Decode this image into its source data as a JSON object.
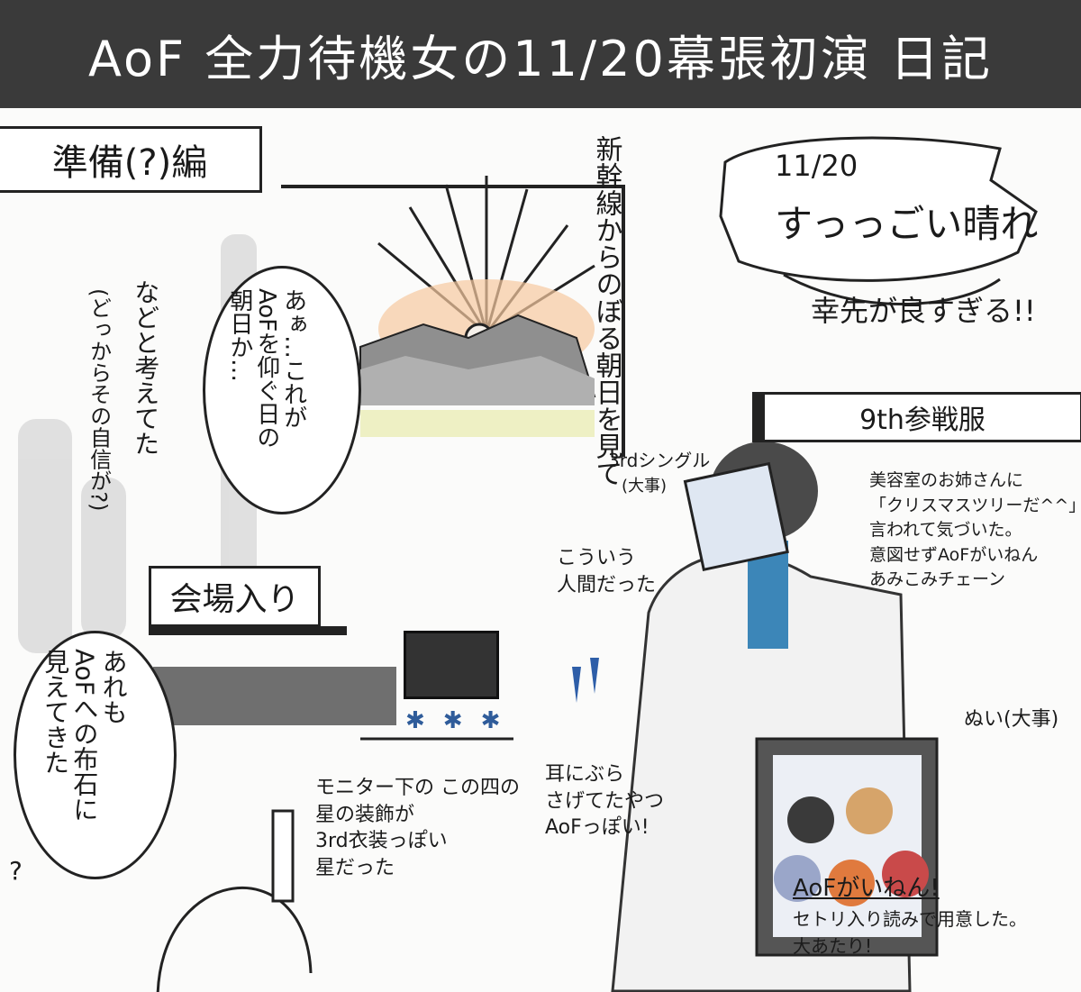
{
  "title": "AoF 全力待機女の11/20幕張初演 日記",
  "sections": {
    "prep": "準備(?)編",
    "venue": "会場入り",
    "outfit": "9th参戦服"
  },
  "prep": {
    "shinkansen_note": "新幹線からのぼる朝日を見て",
    "bubble_text": [
      "あぁ…これが",
      "AoFを仰ぐ日の",
      "朝日か…"
    ],
    "thought": "などと考えてた",
    "thought_sub": "(どっからその自信が?)",
    "weather_date": "11/20",
    "weather": "すっっごい晴れ",
    "lucky": "幸先が良すぎる!!"
  },
  "venue": {
    "bubble_text": [
      "あれも",
      "AoFへの布石に",
      "見えてきた"
    ],
    "question_mark": "?",
    "monitor_note": [
      "モニター下の この四の",
      "星の装飾が",
      "3rd衣装っぽい",
      "星だった"
    ],
    "earring_note": [
      "耳にぶら",
      "さげてたやつ",
      "AoFっぽい!"
    ]
  },
  "outfit": {
    "single_label": "3rdシングル",
    "single_sub": "(大事)",
    "person_note": [
      "こういう",
      "人間だった"
    ],
    "hair_note": [
      "美容室のお姉さんに",
      "「クリスマスツリーだ^^」って",
      "言われて気づいた。",
      "意図せずAoFがいねん",
      "あみこみチェーン"
    ],
    "plush_note": "ぬい(大事)",
    "bag_title": "AoFがいねん!",
    "bag_note": [
      "セトリ入り読みで用意した。",
      "大あたり!"
    ]
  }
}
